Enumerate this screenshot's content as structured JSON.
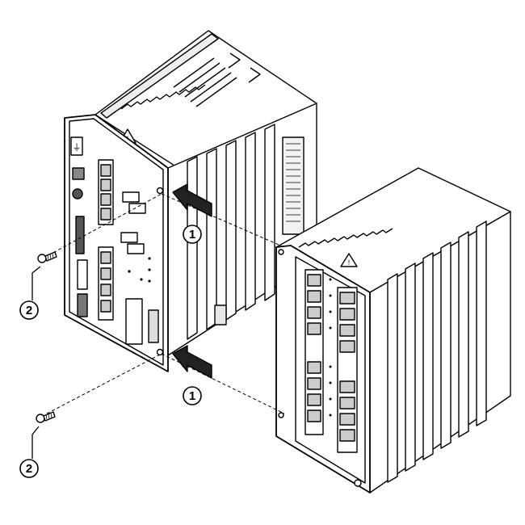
{
  "diagram": {
    "components": [
      {
        "name": "main-switch-unit",
        "ports_upper": 4,
        "ports_lower": 4
      },
      {
        "name": "expansion-module",
        "ports_left_column": 8,
        "ports_right_column": 8
      }
    ],
    "callouts": [
      {
        "id": "arrow-upper",
        "label": "1"
      },
      {
        "id": "arrow-lower",
        "label": "1"
      },
      {
        "id": "screw-upper",
        "label": "2"
      },
      {
        "id": "screw-lower",
        "label": "2"
      }
    ],
    "colors": {
      "line": "#000000",
      "body": "#ffffff",
      "shade": "#d9d9d9",
      "arrow": "#222222"
    }
  }
}
